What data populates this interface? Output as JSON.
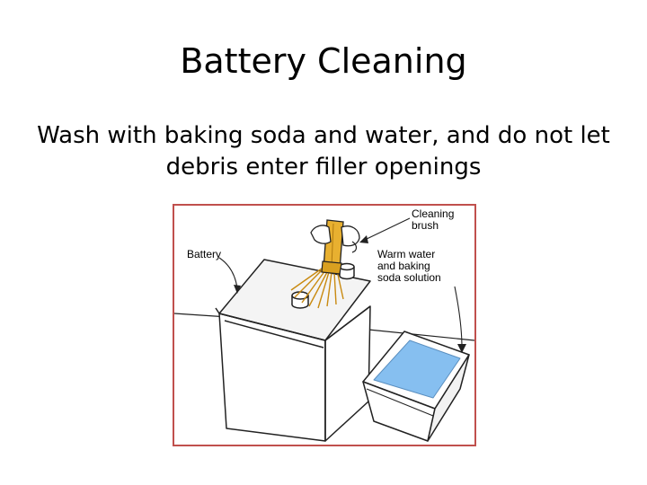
{
  "slide": {
    "title": "Battery Cleaning",
    "body": "Wash with baking soda and water, and do not let debris enter filler openings"
  },
  "illustration": {
    "border_color": "#c0504d",
    "solution_color": "#86bff0",
    "brush_color": "#e8b030",
    "labels": {
      "battery": "Battery",
      "cleaning_brush": "Cleaning\nbrush",
      "solution": "Warm water\nand baking\nsoda solution"
    }
  }
}
